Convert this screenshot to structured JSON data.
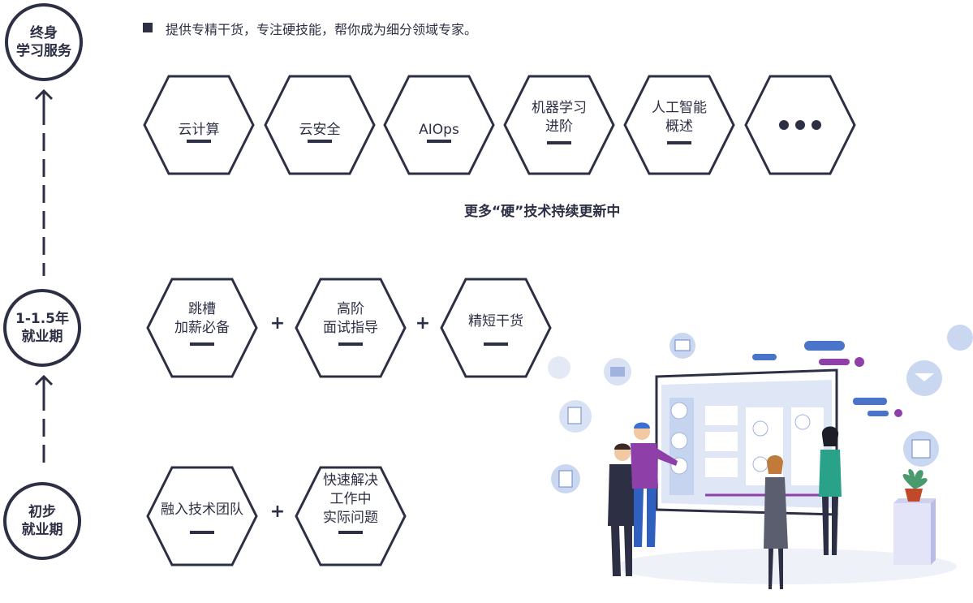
{
  "intro": {
    "text": "提供专精干货，专注硬技能，帮你成为细分领域专家。"
  },
  "stages": [
    {
      "line1": "终身",
      "line2": "学习服务"
    },
    {
      "line1": "1-1.5年",
      "line2": "就业期"
    },
    {
      "line1": "初步",
      "line2": "就业期"
    }
  ],
  "lifelong_topics": [
    {
      "lines": [
        "云计算"
      ]
    },
    {
      "lines": [
        "云安全"
      ]
    },
    {
      "lines": [
        "AIOps"
      ]
    },
    {
      "lines": [
        "机器学习",
        "进阶"
      ]
    },
    {
      "lines": [
        "人工智能",
        "概述"
      ]
    },
    {
      "lines": [],
      "icon": "ellipsis-icon"
    }
  ],
  "more_note": "更多“硬”技术持续更新中",
  "career_topics": [
    {
      "lines": [
        "跳槽",
        "加薪必备"
      ]
    },
    {
      "lines": [
        "高阶",
        "面试指导"
      ]
    },
    {
      "lines": [
        "精短干货"
      ]
    }
  ],
  "entry_topics": [
    {
      "lines": [
        "融入技术团队"
      ]
    },
    {
      "lines": [
        "快速解决",
        "工作中",
        "实际问题"
      ]
    }
  ],
  "plus_sign": "+",
  "colors": {
    "primary": "#2d3044",
    "accent_blue": "#4a74c9",
    "accent_purple": "#8e3fa8",
    "screen_light": "#dfe6f5"
  }
}
